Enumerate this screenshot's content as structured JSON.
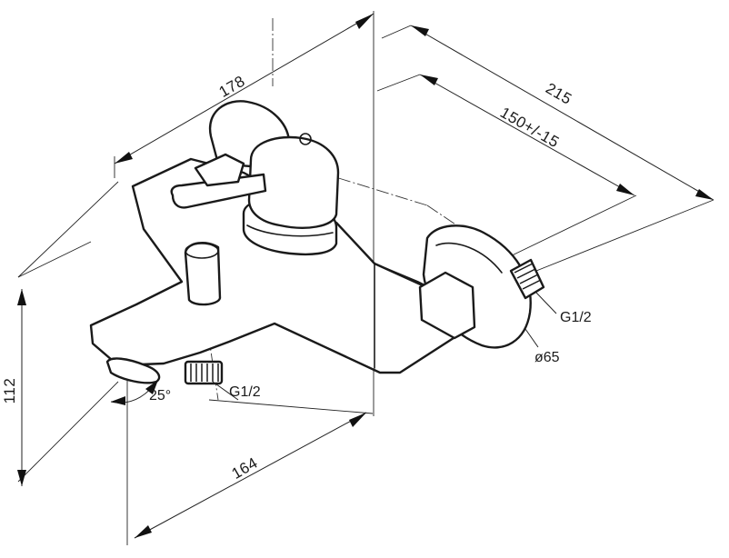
{
  "dimensions": {
    "width_overall": "178",
    "depth_overall": "215",
    "center_distance": "150+/-15",
    "height": "112",
    "spout_length": "164",
    "spout_angle": "25°",
    "outlet_thread": "G1/2",
    "inlet_thread": "G1/2",
    "flange_diameter": "ø65"
  }
}
